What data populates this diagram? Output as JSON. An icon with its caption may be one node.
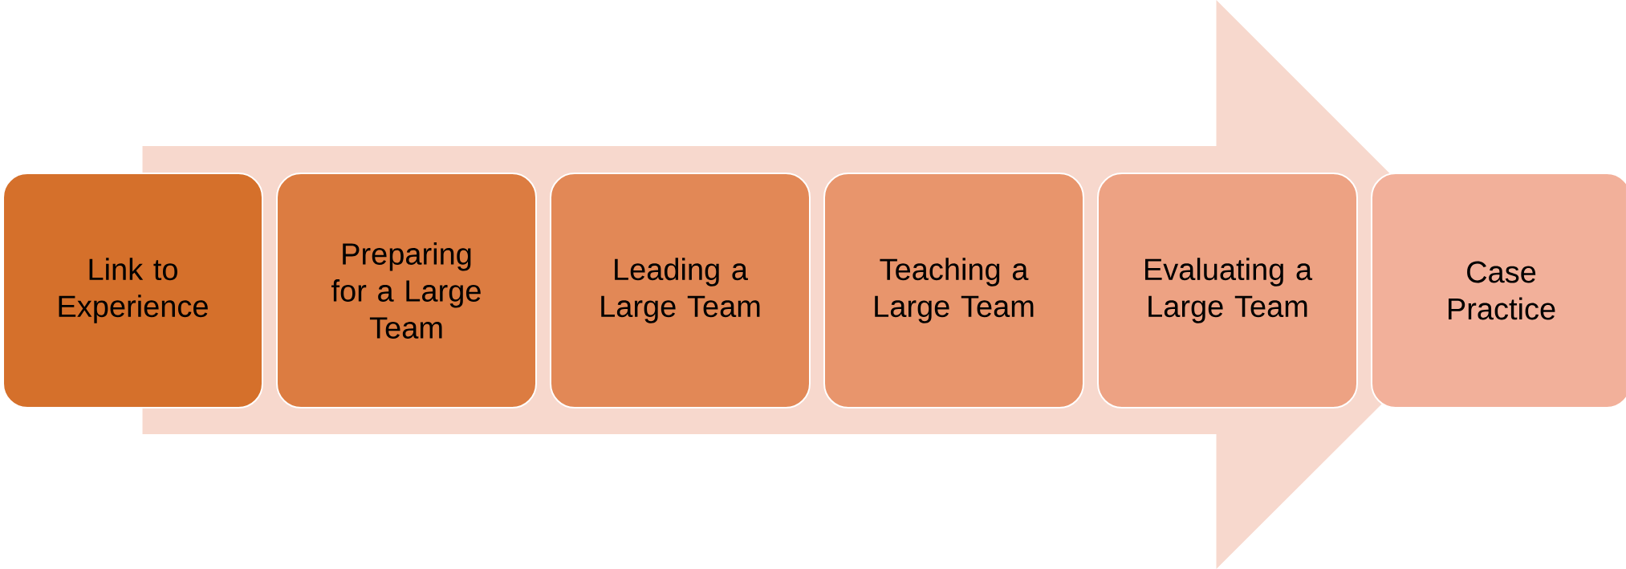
{
  "diagram": {
    "nodes": [
      {
        "text": [
          "Link to Experience"
        ]
      },
      {
        "text": [
          "Preparing for a Large Team"
        ]
      },
      {
        "text": [
          "Leading a Large Team"
        ]
      },
      {
        "text": [
          "Teaching a Large Team"
        ]
      },
      {
        "text": [
          "Evaluating a Large Team"
        ]
      },
      {
        "text": [
          "Case Practice"
        ]
      }
    ],
    "edges": [
      {
        "from": 0,
        "to": 5,
        "arrow": "to"
      }
    ]
  }
}
